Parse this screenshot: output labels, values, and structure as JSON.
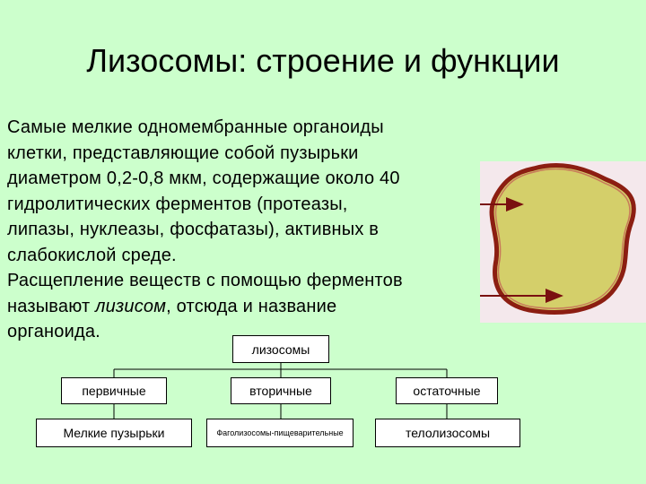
{
  "title": "Лизосомы: строение и функции",
  "paragraph": {
    "line1": "Самые мелкие одномембранные органоиды",
    "line2": "клетки, представляющие собой пузырьки",
    "line3": "диаметром 0,2-0,8 мкм, содержащие около 40",
    "line4": "гидролитических ферментов (протеазы,",
    "line5": "липазы, нуклеазы, фосфатазы), активных в",
    "line6": "слабокислой среде.",
    "line7": "Расщепление веществ с помощью ферментов",
    "line8_prefix": "называют ",
    "line8_italic": "лизисом",
    "line8_suffix": ", отсюда и название",
    "line9": "органоида."
  },
  "tree": {
    "root": "лизосомы",
    "level1": {
      "primary": "первичные",
      "secondary": "вторичные",
      "residual": "остаточные"
    },
    "level2": {
      "primary_child": "Мелкие пузырьки",
      "secondary_child": "Фаголизосомы-пищеварительные",
      "residual_child": "телолизосомы"
    }
  },
  "colors": {
    "background": "#ccffcc",
    "lysosome_fill": "#d4cf6a",
    "membrane": "#8c1e12",
    "arrow": "#7a1010"
  }
}
